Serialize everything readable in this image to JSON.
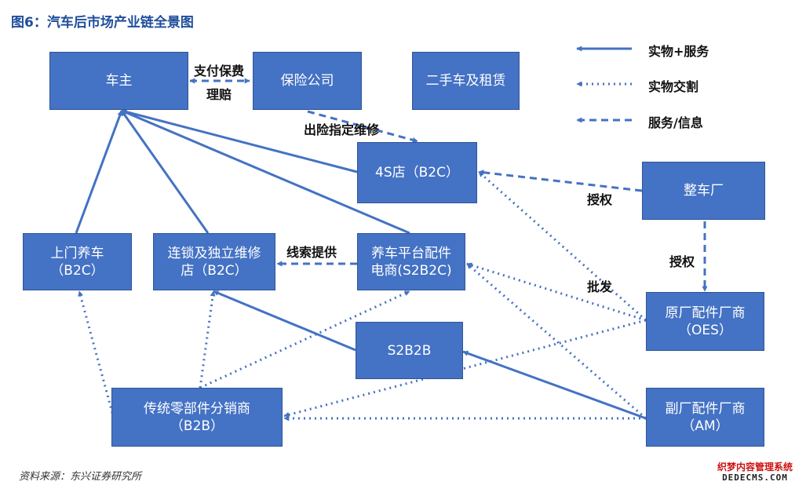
{
  "title": "图6：汽车后市场产业链全景图",
  "colors": {
    "node_fill": "#4472c4",
    "edge": "#4472c4",
    "title": "#1f4e9c"
  },
  "nodes": {
    "owner": "车主",
    "insurer": "保险公司",
    "used_car_lines": [
      "二手车及租赁"
    ],
    "dealer_4s": "4S店（B2C）",
    "oem": "整车厂",
    "mobile_service_lines": [
      "上门养车",
      "（B2C）"
    ],
    "chain_repair_lines": [
      "连锁及独立维修",
      "店（B2C）"
    ],
    "parts_platform_lines": [
      "养车平台配件",
      "电商(S2B2C)"
    ],
    "oes_lines": [
      "原厂配件厂商",
      "（OES）"
    ],
    "s2b2b": "S2B2B",
    "am_lines": [
      "副厂配件厂商",
      "（AM）"
    ],
    "distributor_lines": [
      "传统零部件分销商",
      "（B2B）"
    ]
  },
  "edge_labels": {
    "payment_lines": [
      "支付保费",
      "理赔"
    ],
    "designated_repair": "出险指定维修",
    "authorize_dealer": "授权",
    "authorize_oes": "授权",
    "leads": "线索提供",
    "wholesale": "批发"
  },
  "legend": [
    {
      "style": "solid",
      "label": "实物+服务"
    },
    {
      "style": "dotted",
      "label": "实物交割"
    },
    {
      "style": "dashed",
      "label": "服务/信息"
    }
  ],
  "source": "资料来源：东兴证券研究所",
  "watermark": {
    "line1": "织梦内容管理系统",
    "line2": "DEDECMS.COM"
  }
}
